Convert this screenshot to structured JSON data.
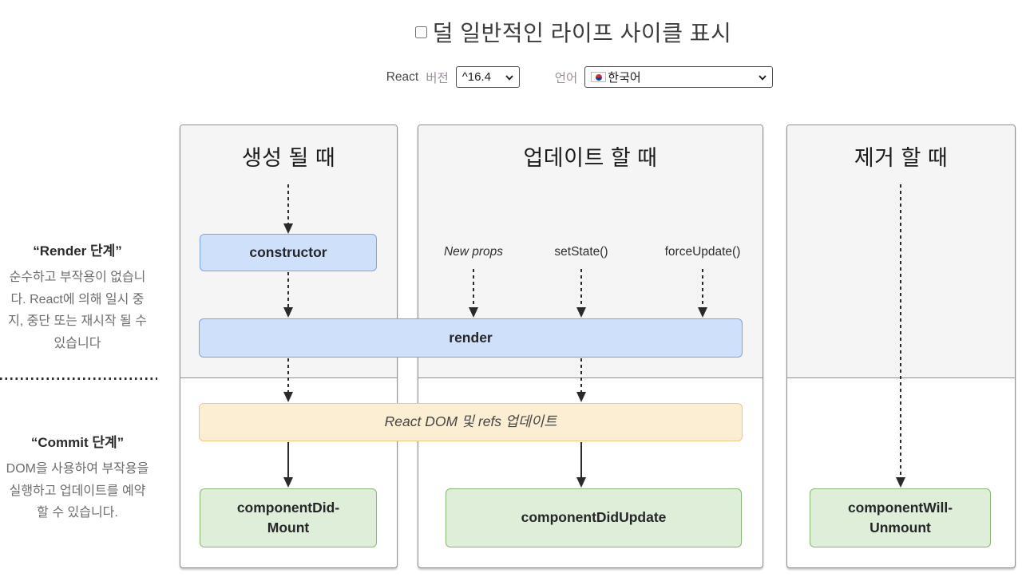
{
  "page": {
    "title": "덜 일반적인 라이프 사이클 표시",
    "title_checkbox_checked": false
  },
  "controls": {
    "react_label": "React",
    "version_label": "버전",
    "version_value": "^16.4",
    "language_label": "언어",
    "language_value": "한국어",
    "language_flag": "korea-flag"
  },
  "sidebar": {
    "render_phase": {
      "title": "“Render 단계”",
      "description": "순수하고 부작용이 없습니다. React에 의해 일시 중지, 중단 또는 재시작 될 수 있습니다"
    },
    "commit_phase": {
      "title": "“Commit 단계”",
      "description": "DOM을 사용하여 부작용을 실행하고 업데이트를 예약 할 수 있습니다."
    }
  },
  "columns": {
    "mount": {
      "header": "생성 될 때"
    },
    "update": {
      "header": "업데이트 할 때",
      "triggers": {
        "new_props": "New props",
        "set_state": "setState()",
        "force_update": "forceUpdate()"
      }
    },
    "unmount": {
      "header": "제거 할 때"
    }
  },
  "nodes": {
    "constructor": "constructor",
    "render": "render",
    "react_dom_update": "React DOM 및 refs 업데이트",
    "component_did_mount": {
      "line1": "componentDid-",
      "line2": "Mount"
    },
    "component_did_update": "componentDidUpdate",
    "component_will_unmount": {
      "line1": "componentWill-",
      "line2": "Unmount"
    }
  },
  "colors": {
    "render_phase_bg": "#f5f5f6",
    "box_blue_bg": "#cfe0fa",
    "box_blue_border": "#7aa3e8",
    "box_yellow_bg": "#fbeed3",
    "box_yellow_border": "#eec87e",
    "box_green_bg": "#dfeed8",
    "box_green_border": "#8ab774",
    "arrow": "#2a2a2a"
  }
}
